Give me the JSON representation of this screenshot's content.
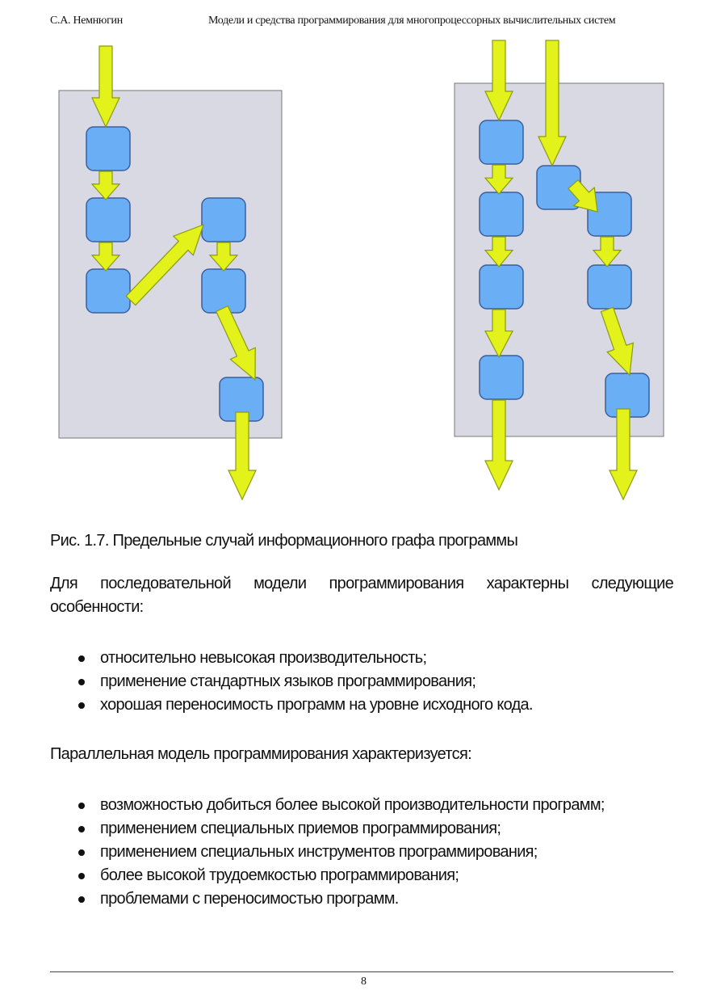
{
  "header": {
    "author": "С.А. Немнюгин",
    "title": "Модели и средства программирования для многопроцессорных вычислительных систем"
  },
  "figure": {
    "caption": "Рис. 1.7.  Предельные случай информационного графа программы",
    "colors": {
      "panel": "#d9d9e3",
      "node": "#6aaef6",
      "arrow": "#e4f21c"
    }
  },
  "body": {
    "para1": "Для последовательной модели программирования характерны следующие особенности:",
    "list1": [
      "относительно невысокая производительность;",
      "применение стандартных языков программирования;",
      "хорошая переносимость программ на уровне исходного кода."
    ],
    "para2": "Параллельная модель программирования характеризуется:",
    "list2": [
      "возможностью добиться более высокой производительности программ;",
      "применением специальных приемов программирования;",
      "применением специальных инструментов программирования;",
      "более высокой трудоемкостью программирования;",
      "проблемами с переносимостью программ."
    ]
  },
  "footer": {
    "page_number": "8"
  }
}
